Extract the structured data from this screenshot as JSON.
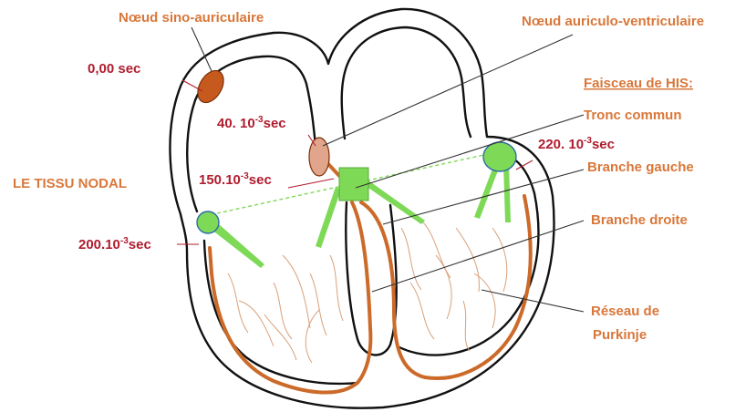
{
  "title": "LE TISSU NODAL",
  "labels": {
    "sa_node": "Nœud sino-auriculaire",
    "av_node": "Nœud auriculo-ventriculaire",
    "bundle_his": "Faisceau de HIS:",
    "common_trunk": "Tronc commun",
    "left_branch": "Branche gauche",
    "right_branch": "Branche droite",
    "purkinje_line1": "Réseau de",
    "purkinje_line2": "Purkinje"
  },
  "timings": {
    "t0": {
      "base": "0,00 sec"
    },
    "t40": {
      "base": "40. 10",
      "exp": "-3",
      "unit": "sec"
    },
    "t150": {
      "base": "150.10",
      "exp": "-3",
      "unit": "sec"
    },
    "t200": {
      "base": "200.10",
      "exp": "-3",
      "unit": "sec"
    },
    "t220": {
      "base": "220. 10",
      "exp": "-3",
      "unit": "sec"
    }
  },
  "colors": {
    "label_orange": "#d9773a",
    "timing_red": "#b01c2e",
    "node_green": "#7ed957",
    "node_brown": "#c65a1e",
    "bundle_orange": "#cc6a2a",
    "outline": "#111111"
  }
}
